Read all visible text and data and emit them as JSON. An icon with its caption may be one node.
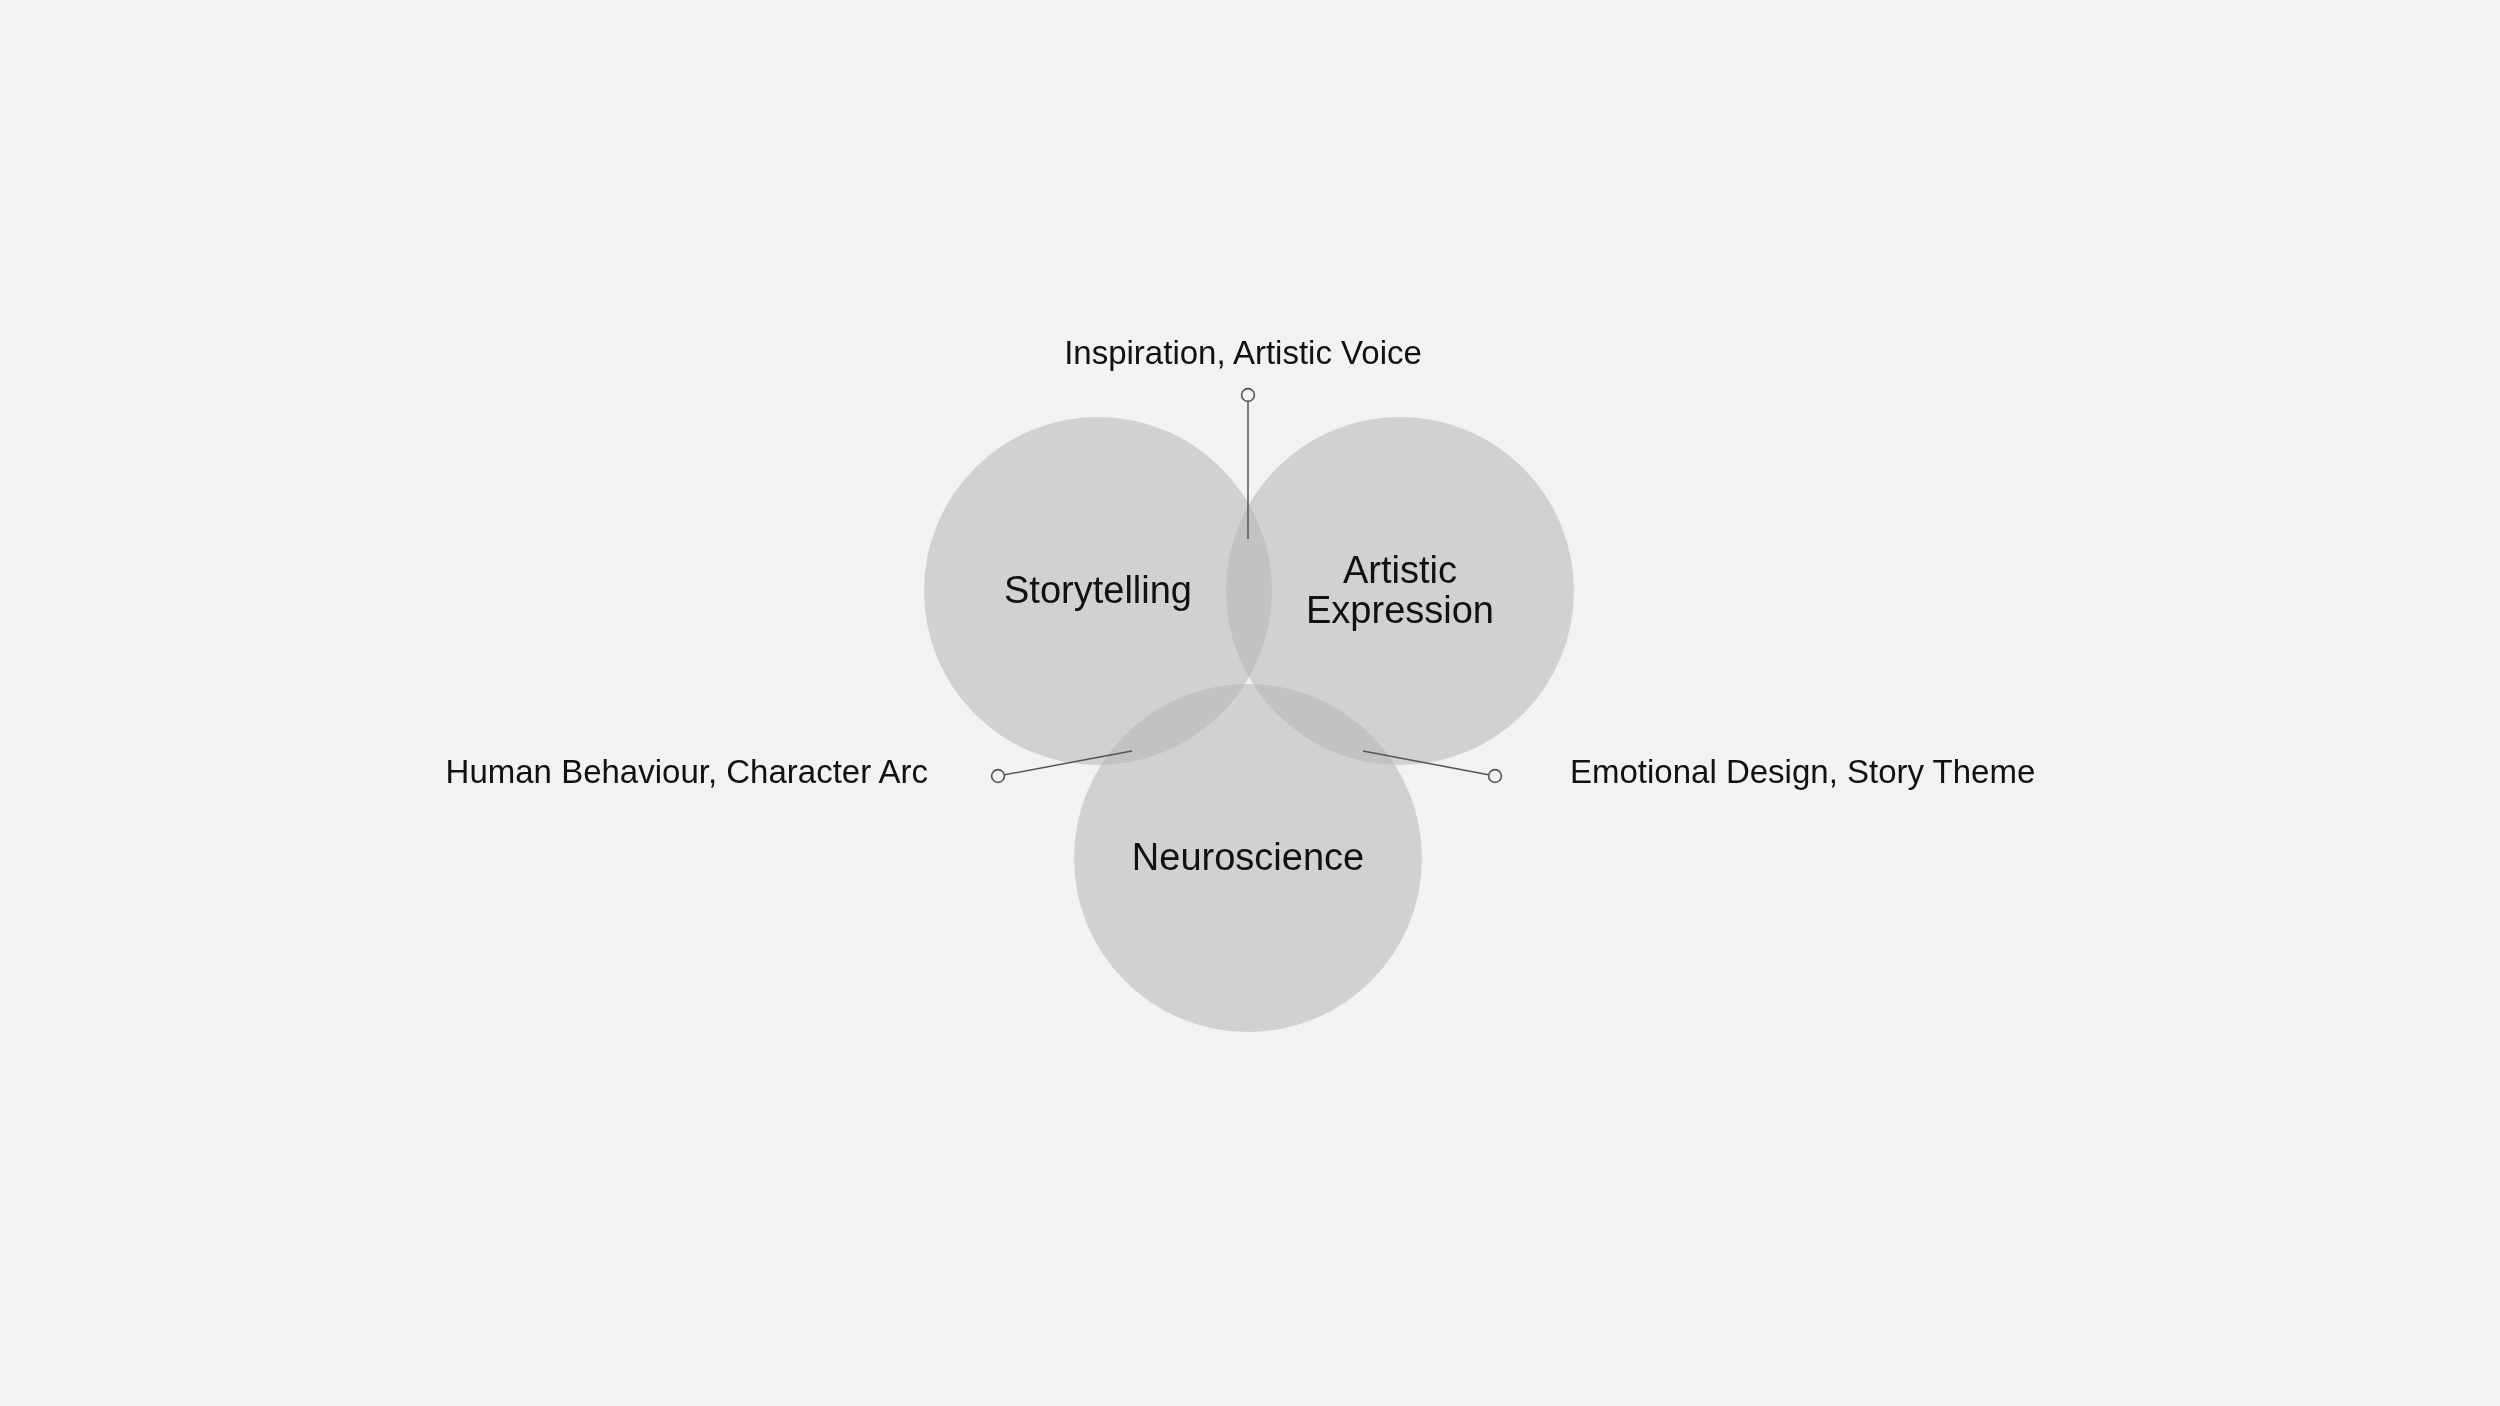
{
  "diagram": {
    "nodes": [
      {
        "text": [
          "Storytelling"
        ]
      },
      {
        "text": [
          "Artistic Expression"
        ]
      },
      {
        "text": [
          "Neuroscience"
        ]
      },
      {
        "text": [
          "Inspiration, Artistic Voice"
        ]
      },
      {
        "text": [
          "Human Behaviour, Character Arc"
        ]
      },
      {
        "text": [
          "Emotional Design, Story Theme"
        ]
      }
    ],
    "edges": [
      {
        "from": 3,
        "to": 0,
        "arrow": "other"
      },
      {
        "from": 4,
        "to": 0,
        "arrow": "other"
      },
      {
        "from": 5,
        "to": 1,
        "arrow": "other"
      }
    ]
  }
}
